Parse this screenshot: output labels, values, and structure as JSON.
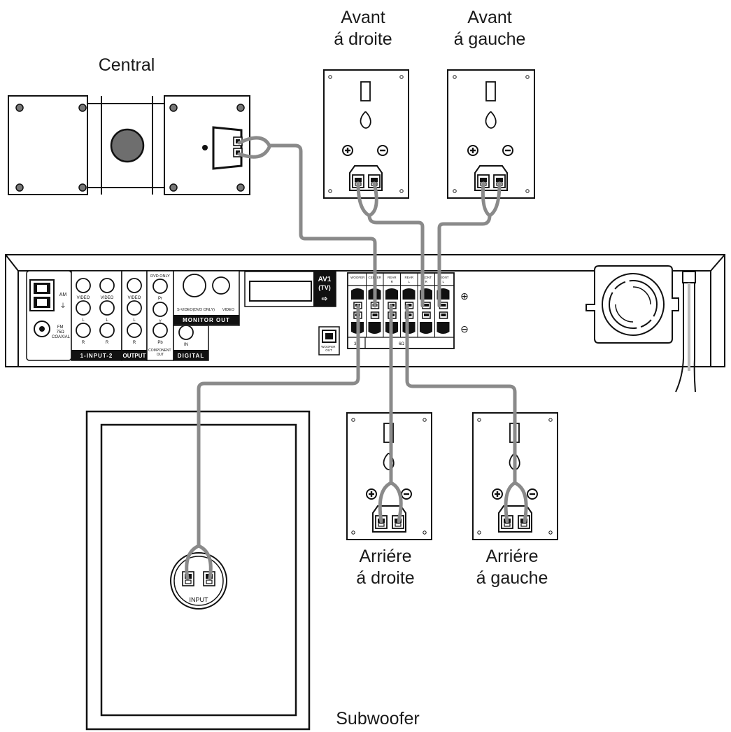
{
  "labels": {
    "central": "Central",
    "front_right": "Avant\ná droite",
    "front_left": "Avant\ná gauche",
    "rear_right": "Arriére\ná droite",
    "rear_left": "Arriére\ná gauche",
    "subwoofer": "Subwoofer"
  },
  "receiver": {
    "am": "AM",
    "fm": "FM\n75Ω\nCOAXIAL",
    "video": "VIDEO",
    "left": "L",
    "right": "R",
    "input_group": "1-INPUT-2",
    "output": "OUTPUT",
    "dvd_only": "DVD ONLY",
    "pr": "Pr",
    "y": "Y",
    "pb": "Pb",
    "component_out": "COMPONENT\nOUT",
    "s_video": "S-VIDEO(DVD ONLY)",
    "monitor_video": "VIDEO",
    "monitor_out": "MONITOR OUT",
    "digital_in": "IN",
    "digital": "DIGITAL",
    "av1": "AV1",
    "tv": "(TV)",
    "woofer_out": "WOOFER\nOUT",
    "terminals": [
      "WOOFER",
      "CENTER",
      "REAR\nR",
      "REAR\nL",
      "FRONT\nR",
      "FRONT\nL"
    ],
    "impedance_left": "3Ω",
    "impedance_right": "6Ω",
    "plus": "⊕",
    "minus": "⊖"
  },
  "subwoofer_input": "INPUT"
}
